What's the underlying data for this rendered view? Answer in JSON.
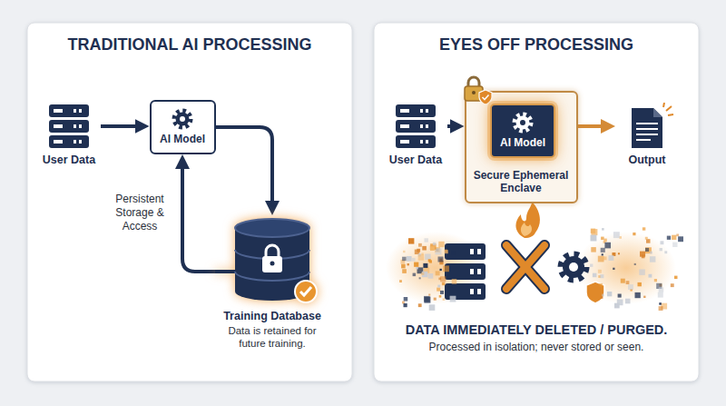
{
  "diagram": {
    "nodes": [
      {
        "text": [
          "TRADITIONAL AI PROCESSING"
        ]
      },
      {
        "text": [
          "User Data"
        ],
        "in": 0
      },
      {
        "text": [
          "AI Model"
        ],
        "in": 0
      },
      {
        "text": [
          "Training Database",
          "Data is retained for future training."
        ],
        "in": 0
      },
      {
        "text": [
          "EYES OFF PROCESSING"
        ]
      },
      {
        "text": [
          "User Data"
        ],
        "in": 4
      },
      {
        "text": [
          "Secure Ephemeral Enclave"
        ],
        "in": 4
      },
      {
        "text": [
          "AI Model"
        ],
        "in": 6
      },
      {
        "text": [
          "Output"
        ],
        "in": 4
      }
    ],
    "edges": [
      {
        "from": 1,
        "to": 2,
        "arrow": "to"
      },
      {
        "from": 2,
        "to": 3,
        "arrow": "to"
      },
      {
        "from": 3,
        "to": 2,
        "label": "Persistent Storage & Access",
        "arrow": "to"
      },
      {
        "from": 5,
        "to": 6,
        "arrow": "to"
      },
      {
        "from": 6,
        "to": 8,
        "arrow": "to"
      }
    ],
    "labels": [
      "DATA IMMEDIATELY DELETED / PURGED.",
      "Processed in isolation; never stored or seen."
    ]
  }
}
